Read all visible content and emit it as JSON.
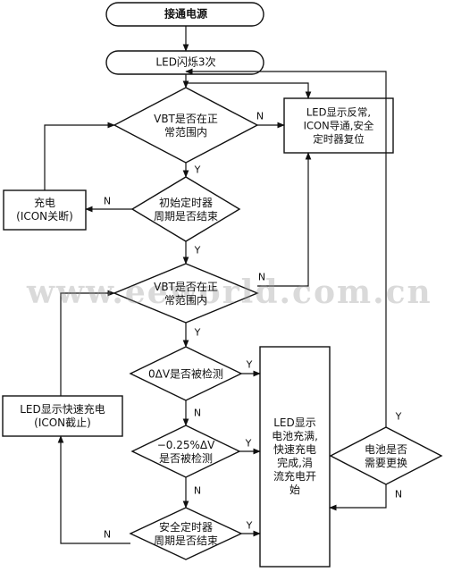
{
  "nodes": {
    "start": "接通电源",
    "led_flash": "LED闪烁3次",
    "vbt_check1": "VBT是否在正\n常范围内",
    "led_abnormal": "LED显示反常,\nICON导通,安全\n定时器复位",
    "charge": "充电\n(ICON关断)",
    "init_timer": "初始定时器\n周期是否结束",
    "vbt_check2": "VBT是否在正\n常范围内",
    "delta_v": "0ΔV是否被检测",
    "led_fast": "LED显示快速充电\n(ICON截止)",
    "delta_pct": "−0.25%ΔV\n是否被检测",
    "safety_timer": "安全定时器\n周期是否结束",
    "led_full": "LED显示\n电池充满,\n快速充电\n完成,涓\n流充电开\n始",
    "battery_replace": "电池是否\n需要更换"
  },
  "edge_labels": {
    "vbt1_no": "N",
    "vbt1_yes": "Y",
    "init_no": "N",
    "init_yes": "Y",
    "vbt2_no": "N",
    "vbt2_yes": "Y",
    "dv_yes": "Y",
    "dv_no": "N",
    "pct_yes": "Y",
    "pct_no": "N",
    "safety_yes": "Y",
    "safety_no": "N",
    "replace_yes": "Y",
    "replace_no": "N"
  },
  "watermark": "www.eeworld.com.cn"
}
